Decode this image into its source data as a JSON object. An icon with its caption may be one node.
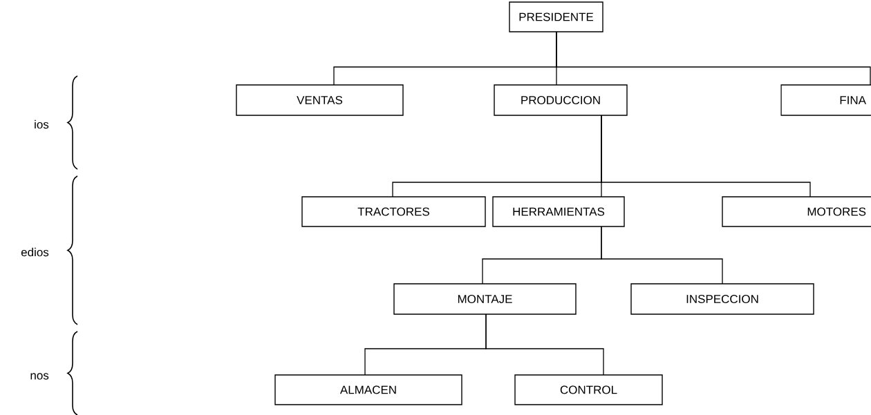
{
  "diagram": {
    "nodes": [
      {
        "text": [
          "PRESIDENTE"
        ]
      },
      {
        "text": [
          "VENTAS"
        ]
      },
      {
        "text": [
          "PRODUCCION"
        ]
      },
      {
        "text": [
          "FINA"
        ]
      },
      {
        "text": [
          "TRACTORES"
        ]
      },
      {
        "text": [
          "HERRAMIENTAS"
        ]
      },
      {
        "text": [
          "MOTORES"
        ]
      },
      {
        "text": [
          "MONTAJE"
        ]
      },
      {
        "text": [
          "INSPECCION"
        ]
      },
      {
        "text": [
          "ALMACEN"
        ]
      },
      {
        "text": [
          "CONTROL"
        ]
      }
    ],
    "edges": [
      {
        "from": 0,
        "to": 1,
        "arrow": "none"
      },
      {
        "from": 0,
        "to": 2,
        "arrow": "none"
      },
      {
        "from": 0,
        "to": 3,
        "arrow": "none"
      },
      {
        "from": 2,
        "to": 4,
        "arrow": "none"
      },
      {
        "from": 2,
        "to": 5,
        "arrow": "none"
      },
      {
        "from": 2,
        "to": 6,
        "arrow": "none"
      },
      {
        "from": 5,
        "to": 7,
        "arrow": "none"
      },
      {
        "from": 5,
        "to": 8,
        "arrow": "none"
      },
      {
        "from": 7,
        "to": 9,
        "arrow": "none"
      },
      {
        "from": 7,
        "to": 10,
        "arrow": "none"
      }
    ],
    "labels": [
      "ios",
      "edios",
      "nos"
    ]
  }
}
